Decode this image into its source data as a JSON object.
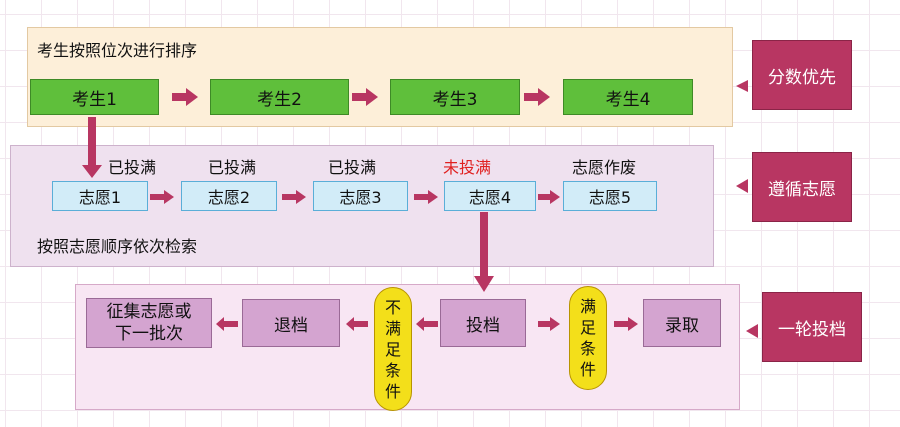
{
  "ranking": {
    "caption": "考生按照位次进行排序",
    "candidates": [
      "考生1",
      "考生2",
      "考生3",
      "考生4"
    ],
    "side_label": "分数优先"
  },
  "preferences": {
    "caption": "按照志愿顺序依次检索",
    "items": [
      {
        "label": "志愿1",
        "status": "已投满"
      },
      {
        "label": "志愿2",
        "status": "已投满"
      },
      {
        "label": "志愿3",
        "status": "已投满"
      },
      {
        "label": "志愿4",
        "status": "未投满"
      },
      {
        "label": "志愿5",
        "status": "志愿作废"
      }
    ],
    "side_label": "遵循志愿"
  },
  "filing": {
    "collect_label": "征集志愿或下一批次",
    "withdraw_label": "退档",
    "not_meet_label": "不满足条件",
    "file_label": "投档",
    "meet_label": "满足条件",
    "admit_label": "录取",
    "side_label": "一轮投档"
  },
  "colors": {
    "candidate_fill": "#5fbf3b",
    "preference_fill": "#d2ecf8",
    "step_fill": "#d4a4d0",
    "side_fill": "#b83662",
    "arrow": "#b83662",
    "condition_fill": "#f3df1a",
    "warn_text": "#e02020"
  }
}
